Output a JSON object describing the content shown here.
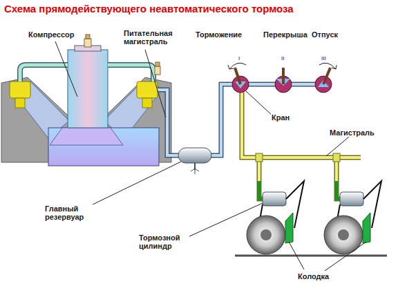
{
  "diagram": {
    "title": "Схема прямодействующего неавтоматического тормоза",
    "labels": [
      "Компрессор",
      "Питательная магистраль",
      "Торможение",
      "Перекрыша",
      "Отпуск",
      "I",
      "II",
      "III",
      "Кран",
      "Магистраль",
      "Главный резервуар",
      "Тормозной цилиндр",
      "Колодка"
    ]
  }
}
